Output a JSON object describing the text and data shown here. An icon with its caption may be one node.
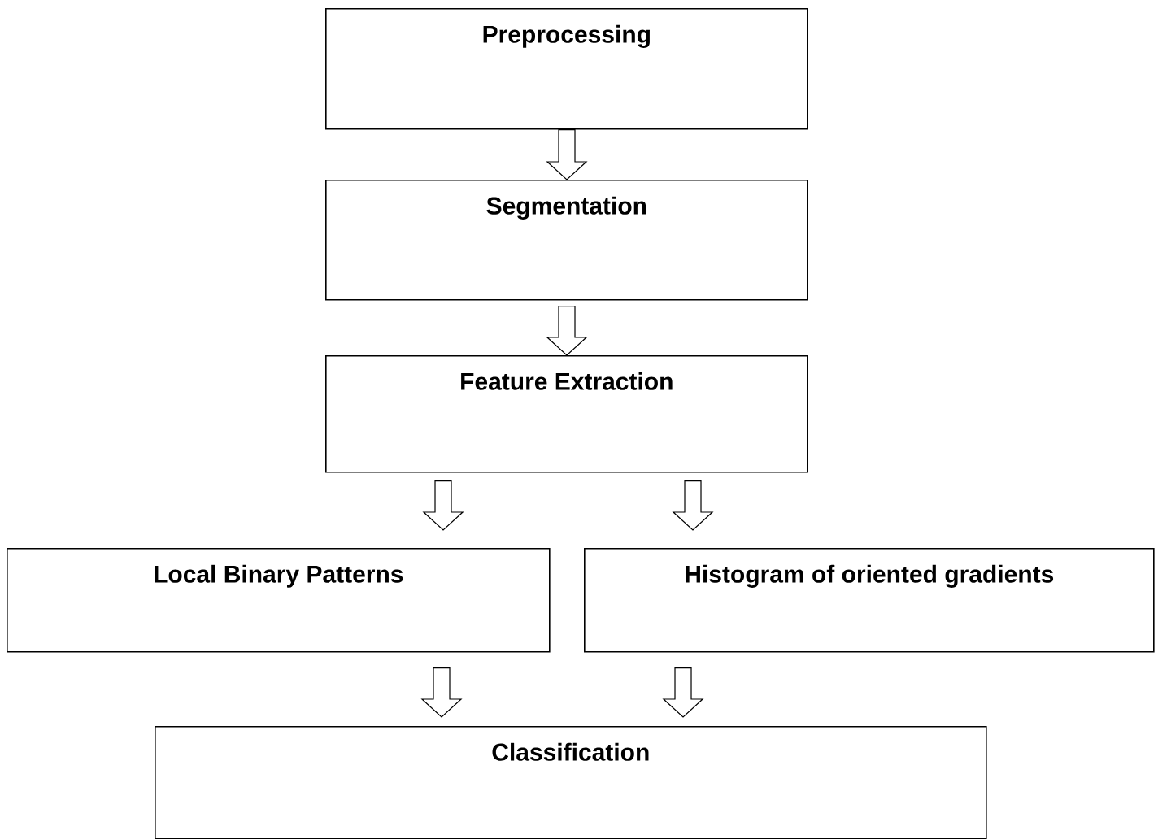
{
  "diagram": {
    "nodes": [
      {
        "text": [
          "Preprocessing"
        ]
      },
      {
        "text": [
          "Segmentation"
        ]
      },
      {
        "text": [
          "Feature Extraction"
        ]
      },
      {
        "text": [
          "Local Binary Patterns"
        ]
      },
      {
        "text": [
          "Histogram of oriented gradients"
        ]
      },
      {
        "text": [
          "Classification"
        ]
      }
    ],
    "edges": [
      {
        "from": 0,
        "to": 1,
        "arrow": "to"
      },
      {
        "from": 1,
        "to": 2,
        "arrow": "to"
      },
      {
        "from": 2,
        "to": 3,
        "arrow": "to"
      },
      {
        "from": 2,
        "to": 4,
        "arrow": "to"
      },
      {
        "from": 3,
        "to": 5,
        "arrow": "to"
      },
      {
        "from": 4,
        "to": 5,
        "arrow": "to"
      }
    ]
  }
}
